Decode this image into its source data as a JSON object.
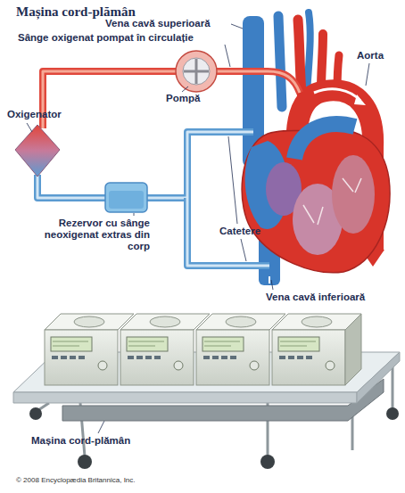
{
  "diagram": {
    "title": "Mașina cord-plămân",
    "labels": [
      "Vena cavă superioară",
      "Sânge oxigenat pompat în circulație",
      "Aorta",
      "Oxigenator",
      "Pompă",
      "Rezervor cu sânge neoxigenat extras din corp",
      "Catetere",
      "Vena cavă inferioară",
      "Mașina cord-plămân",
      "© 2008 Encyclopædia Britannica, Inc."
    ]
  }
}
